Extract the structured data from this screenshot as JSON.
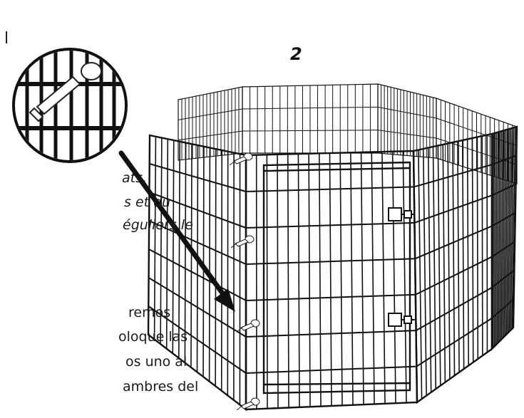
{
  "step": {
    "number": "2"
  },
  "text_fragments": {
    "l1": "l",
    "fr1": "ats,",
    "fr2": "s et du",
    "fr3": "éguliers le",
    "es1": "remos",
    "es2": "oloque las",
    "es3": "os uno al",
    "es4": "ambres del"
  },
  "illustration": {
    "subject": "octagonal wire exercise pen with door panel and clips",
    "callout": "magnified view of panel clip connecting adjacent panels",
    "colors": {
      "line": "#111111",
      "background": "#ffffff"
    }
  }
}
